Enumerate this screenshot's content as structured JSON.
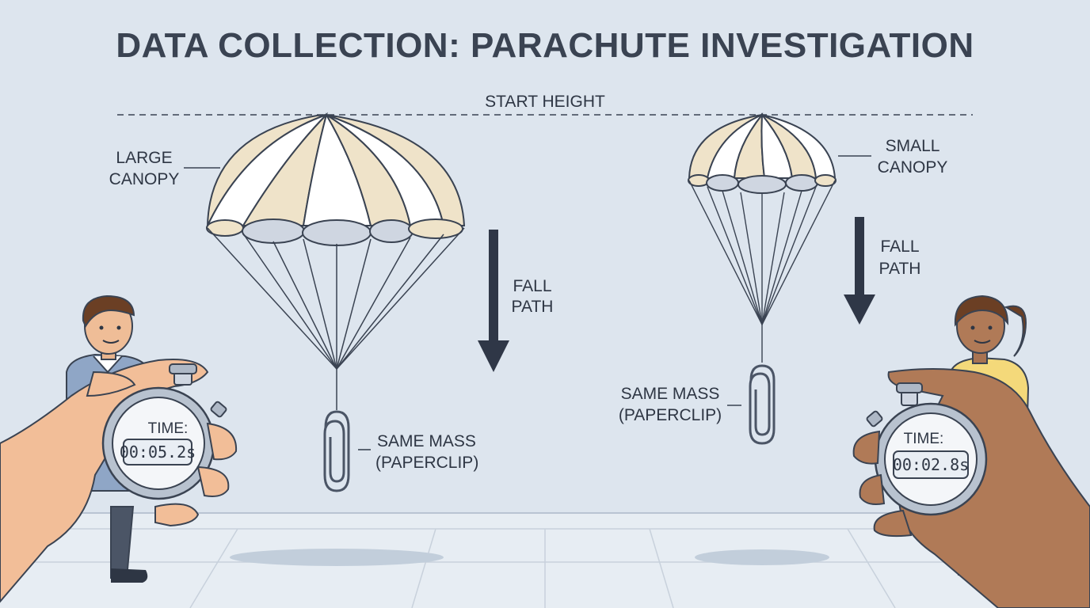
{
  "title": "DATA COLLECTION: PARACHUTE INVESTIGATION",
  "start_height_label": "START HEIGHT",
  "large": {
    "canopy_label_line1": "LARGE",
    "canopy_label_line2": "CANOPY",
    "fall_label_line1": "FALL",
    "fall_label_line2": "PATH",
    "mass_label_line1": "SAME MASS",
    "mass_label_line2": "(PAPERCLIP)",
    "timer_label": "TIME:",
    "timer_value": "00:05.2s"
  },
  "small": {
    "canopy_label_line1": "SMALL",
    "canopy_label_line2": "CANOPY",
    "fall_label_line1": "FALL",
    "fall_label_line2": "PATH",
    "mass_label_line1": "SAME MASS",
    "mass_label_line2": "(PAPERCLIP)",
    "timer_label": "TIME:",
    "timer_value": "00:02.8s"
  },
  "colors": {
    "background": "#dde5ee",
    "canopy_tan": "#efe3c9",
    "canopy_white": "#ffffff",
    "canopy_rim": "#cfd6e1",
    "outline": "#3a4352",
    "arrow": "#2f3747",
    "skin_light": "#f2be98",
    "skin_dark": "#b07a57"
  }
}
